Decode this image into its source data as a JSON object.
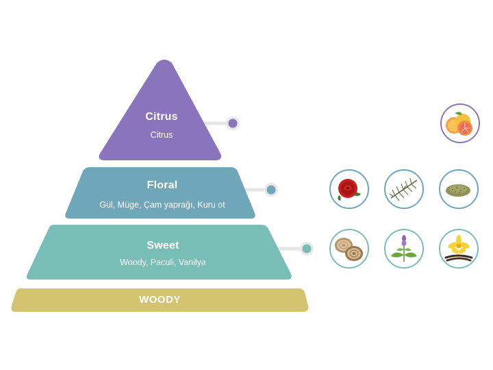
{
  "pyramid": {
    "top": {
      "title": "Citrus",
      "notes": "Citrus",
      "color": "#8a74bb"
    },
    "middle": {
      "title": "Floral",
      "notes": "Gül, Müge, Çam yaprağı, Kuru ot",
      "color": "#6fa6ba"
    },
    "bottom": {
      "title": "Sweet",
      "notes": "Woody, Paculi, Vanilya",
      "color": "#79bdb7"
    },
    "base": {
      "label": "WOODY",
      "color": "#d4c36f"
    }
  },
  "connectors": {
    "line_color": "#e6e6e6",
    "top_dot_color": "#8a74bb",
    "middle_dot_color": "#6fa6ba",
    "bottom_dot_color": "#79bdb7"
  },
  "ingredients": {
    "top": [
      {
        "name": "grapefruit-orange",
        "icon": "citrus-fruit-icon",
        "ring_color": "#8a74bb"
      }
    ],
    "middle": [
      {
        "name": "rose",
        "icon": "rose-icon",
        "ring_color": "#6fa6ba"
      },
      {
        "name": "pine",
        "icon": "pine-branch-icon",
        "ring_color": "#6fa6ba"
      },
      {
        "name": "dry-herb",
        "icon": "dried-herb-icon",
        "ring_color": "#6fa6ba"
      }
    ],
    "bottom": [
      {
        "name": "wood",
        "icon": "wood-slice-icon",
        "ring_color": "#79bdb7"
      },
      {
        "name": "patchouli",
        "icon": "patchouli-icon",
        "ring_color": "#79bdb7"
      },
      {
        "name": "vanilla",
        "icon": "vanilla-icon",
        "ring_color": "#79bdb7"
      }
    ]
  }
}
